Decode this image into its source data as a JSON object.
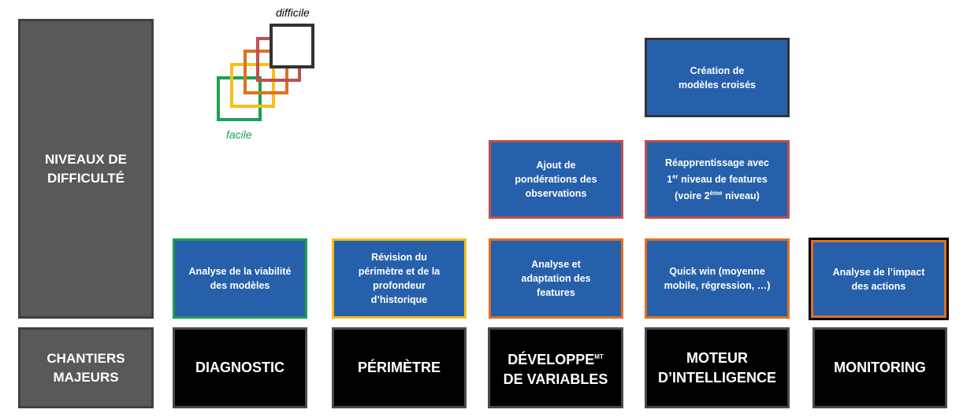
{
  "legend": {
    "easy": "facile",
    "hard": "difficile",
    "colors": [
      "#1aa152",
      "#f5c017",
      "#e07020",
      "#c0504d",
      "#333333"
    ]
  },
  "rows": {
    "levels": "NIVEAUX DE DIFFICULTÉ",
    "workstreams": "CHANTIERS MAJEURS"
  },
  "categories": [
    "DIAGNOSTIC",
    "PÉRIMÈTRE",
    "DÉVELOPPE",
    "MT",
    "DE VARIABLES",
    "MOTEUR D’INTELLIGENCE",
    "MONITORING"
  ],
  "tasks": {
    "diag1": "Analyse de la viabilité des modèles",
    "peri1": "Révision du périmètre et de la profondeur d’historique",
    "dev1": "Analyse et adaptation des features",
    "dev2": "Ajout de pondérations des observations",
    "mot1": "Quick win (moyenne mobile, régression, …)",
    "mot2a": "Réapprentissage avec",
    "mot2b": "1",
    "mot2c": "er",
    "mot2d": " niveau de features",
    "mot2e": "(voire 2",
    "mot2f": "ème",
    "mot2g": " niveau)",
    "mot3": "Création de modèles croisés",
    "mon1": "Analyse de l’impact des actions"
  }
}
